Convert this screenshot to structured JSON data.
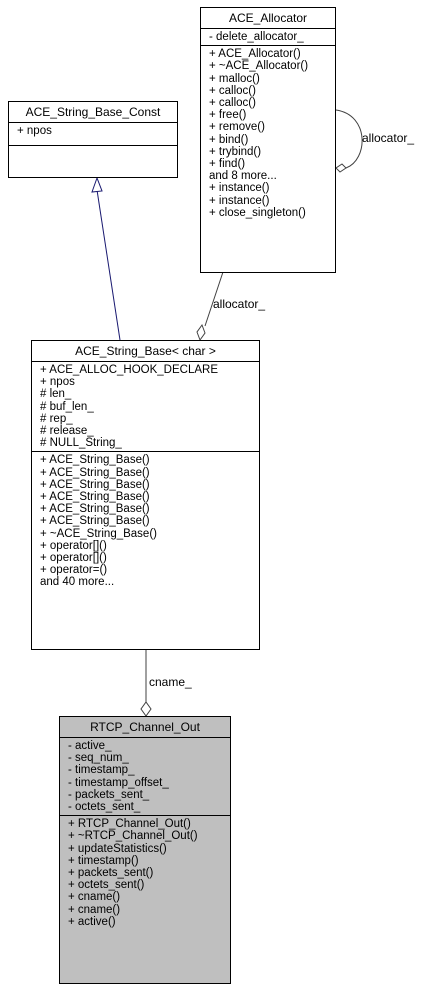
{
  "classes": {
    "allocator": {
      "title": "ACE_Allocator",
      "attributes": [
        "- delete_allocator_"
      ],
      "methods": [
        "+ ACE_Allocator()",
        "+ ~ACE_Allocator()",
        "+ malloc()",
        "+ calloc()",
        "+ calloc()",
        "+ free()",
        "+ remove()",
        "+ bind()",
        "+ trybind()",
        "+ find()",
        "and 8 more...",
        "+ instance()",
        "+ instance()",
        "+ close_singleton()"
      ]
    },
    "string_base_const": {
      "title": "ACE_String_Base_Const",
      "attributes": [
        "+ npos"
      ],
      "methods": []
    },
    "string_base": {
      "title": "ACE_String_Base< char >",
      "attributes": [
        "+ ACE_ALLOC_HOOK_DECLARE",
        "+ npos",
        "# len_",
        "# buf_len_",
        "# rep_",
        "# release_",
        "# NULL_String_"
      ],
      "methods": [
        "+ ACE_String_Base()",
        "+ ACE_String_Base()",
        "+ ACE_String_Base()",
        "+ ACE_String_Base()",
        "+ ACE_String_Base()",
        "+ ACE_String_Base()",
        "+ ~ACE_String_Base()",
        "+ operator[]()",
        "+ operator[]()",
        "+ operator=()",
        "and 40 more..."
      ]
    },
    "rtcp_channel_out": {
      "title": "RTCP_Channel_Out",
      "attributes": [
        "- active_",
        "- seq_num_",
        "- timestamp_",
        "- timestamp_offset_",
        "- packets_sent_",
        "- octets_sent_"
      ],
      "methods": [
        "+ RTCP_Channel_Out()",
        "+ ~RTCP_Channel_Out()",
        "+ updateStatistics()",
        "+ timestamp()",
        "+ packets_sent()",
        "+ octets_sent()",
        "+ cname()",
        "+ cname()",
        "+ active()"
      ]
    }
  },
  "edges": {
    "self_allocator_label": "allocator_",
    "allocator_label": "allocator_",
    "cname_label": "cname_"
  },
  "colors": {
    "inheritance_edge": "#191970",
    "association_edge": "#404040",
    "focus_fill": "#bfbfbf"
  }
}
